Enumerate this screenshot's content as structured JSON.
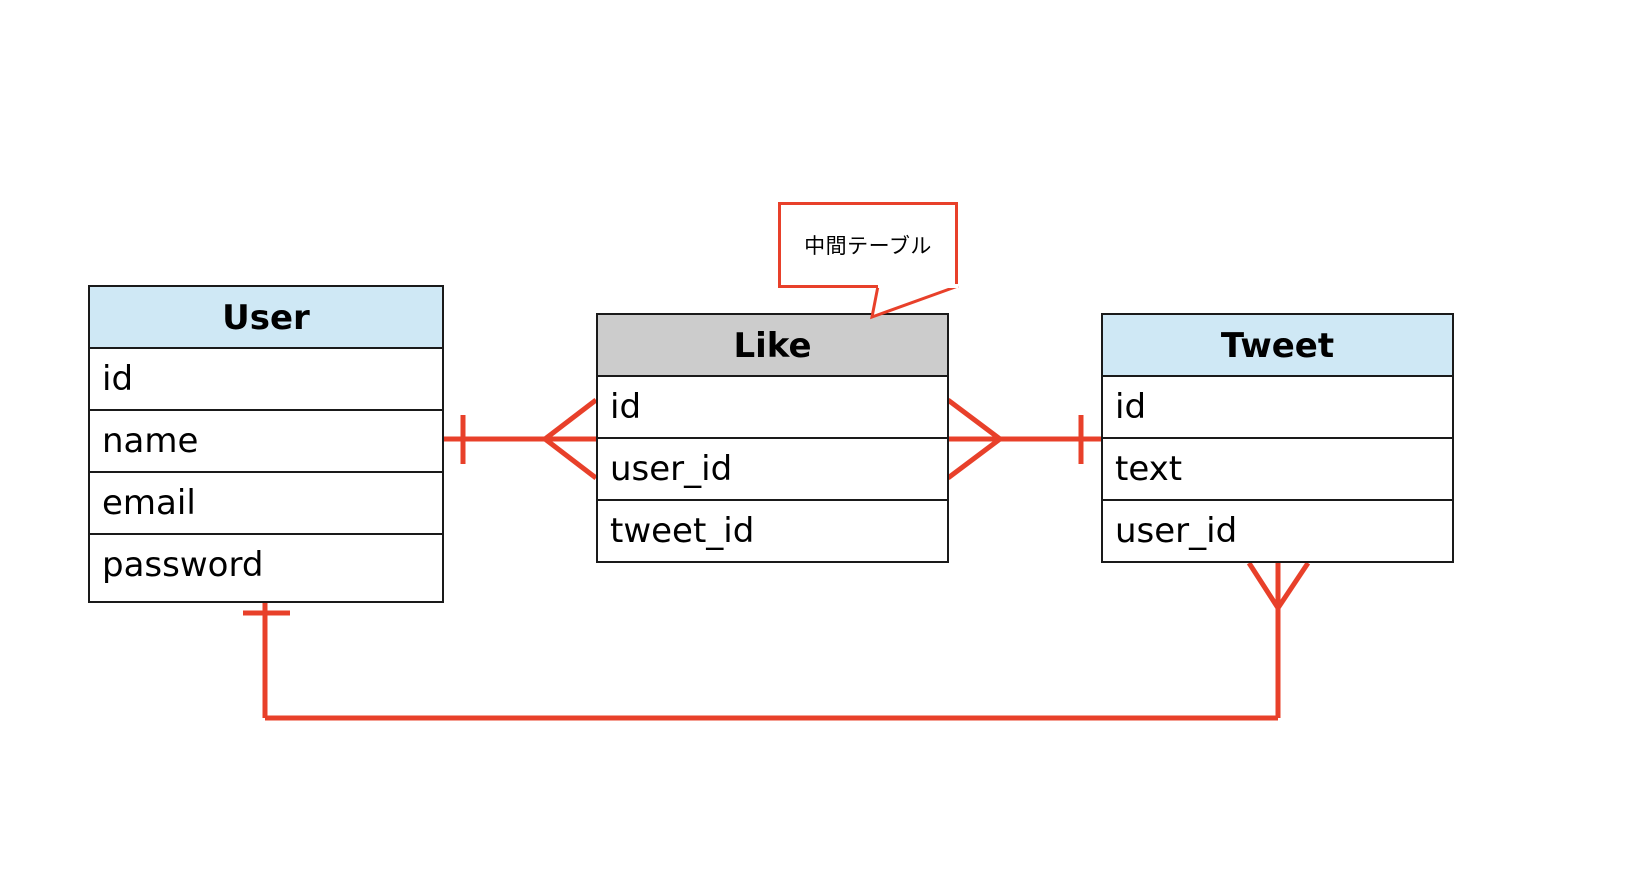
{
  "diagram": {
    "title_text": "",
    "background_color": "#ffffff",
    "line_color": "#e8402a",
    "border_color": "#1a1a1a",
    "header_blue": "#cfe8f5",
    "header_gray": "#cccccc",
    "notation": "crow's foot (IE) ER diagram"
  },
  "tables": [
    {
      "name": "User",
      "header_style": "blue",
      "columns": [
        "id",
        "name",
        "email",
        "password"
      ]
    },
    {
      "name": "Like",
      "header_style": "gray",
      "columns": [
        "id",
        "user_id",
        "tweet_id"
      ]
    },
    {
      "name": "Tweet",
      "header_style": "blue",
      "columns": [
        "id",
        "text",
        "user_id"
      ]
    }
  ],
  "annotations": [
    {
      "id": "intermediate-table-callout",
      "text": "中間テーブル",
      "points_to": "Like"
    }
  ],
  "relationships": [
    {
      "from": "User",
      "to": "Like",
      "from_cardinality": "one",
      "to_cardinality": "many"
    },
    {
      "from": "Like",
      "to": "Tweet",
      "from_cardinality": "many",
      "to_cardinality": "one"
    },
    {
      "from": "User",
      "to": "Tweet",
      "from_cardinality": "one",
      "to_cardinality": "many"
    }
  ]
}
